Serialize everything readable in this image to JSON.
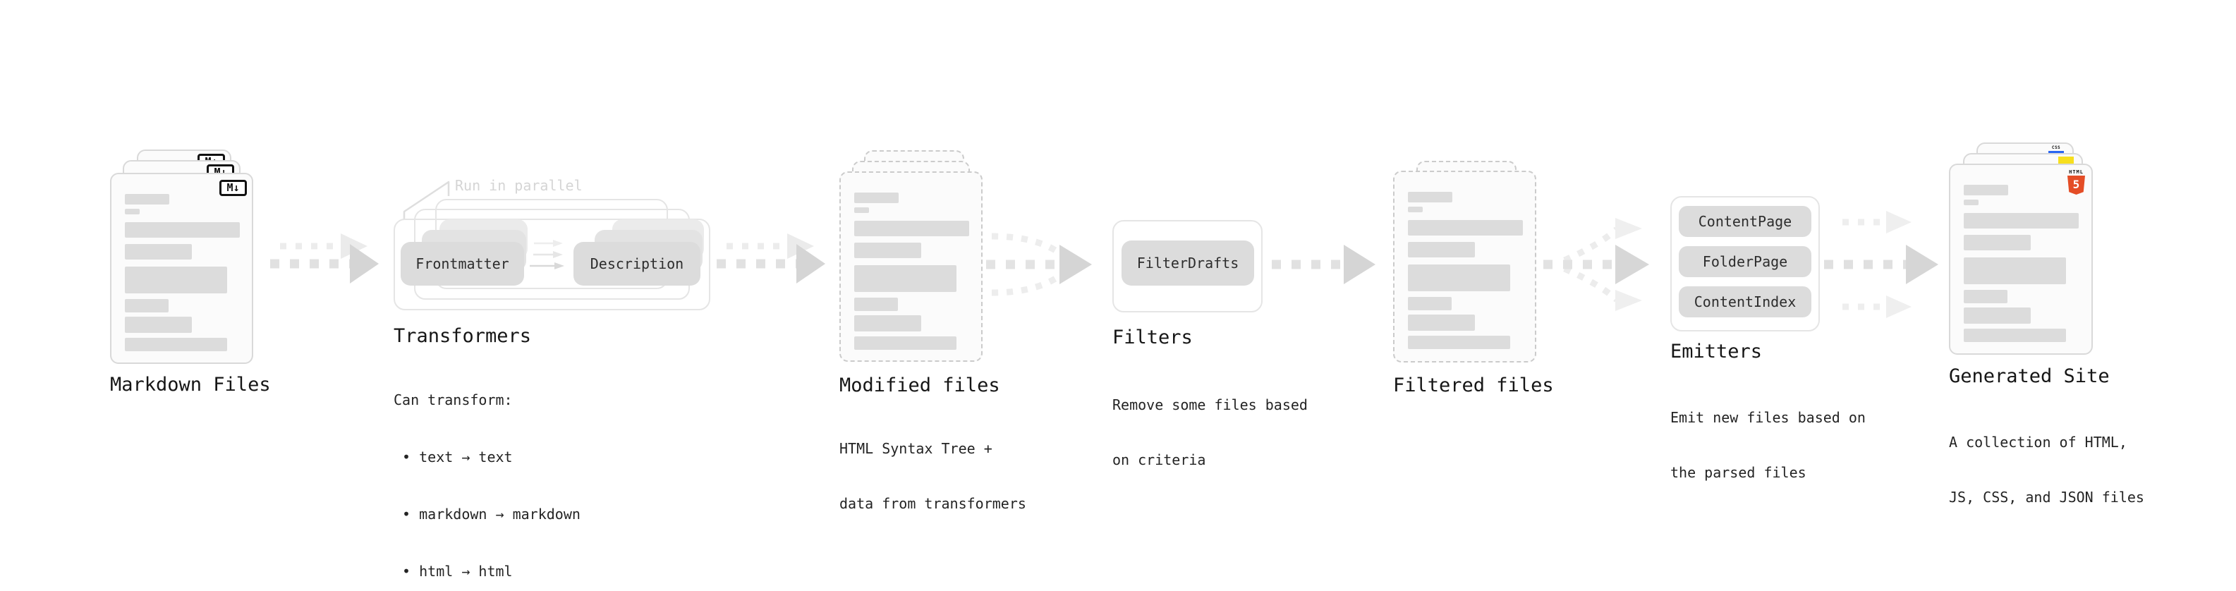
{
  "palette": {
    "html5_orange": "#e44d26",
    "js_yellow": "#f7df1e",
    "css_blue": "#2965f1"
  },
  "sections": {
    "markdown": {
      "label": "Markdown Files",
      "badge": "M↓"
    },
    "transformers": {
      "label": "Transformers",
      "note": "Run in parallel",
      "pills": [
        "Frontmatter",
        "Description"
      ],
      "desc": [
        "Can transform:",
        " • text → text",
        " • markdown → markdown",
        " • html → html"
      ]
    },
    "modified": {
      "label": "Modified files",
      "desc": [
        "HTML Syntax Tree +",
        "data from transformers"
      ]
    },
    "filters": {
      "label": "Filters",
      "pills": [
        "FilterDrafts"
      ],
      "desc": [
        "Remove some files based",
        "on criteria"
      ]
    },
    "filtered": {
      "label": "Filtered files"
    },
    "emitters": {
      "label": "Emitters",
      "pills": [
        "ContentPage",
        "FolderPage",
        "ContentIndex"
      ],
      "desc": [
        "Emit new files based on",
        "the parsed files"
      ]
    },
    "generated": {
      "label": "Generated Site",
      "badges": {
        "html_word": "HTML",
        "html_num": "5",
        "css_word": "CSS"
      },
      "desc": [
        "A collection of HTML,",
        "JS, CSS, and JSON files"
      ]
    }
  }
}
